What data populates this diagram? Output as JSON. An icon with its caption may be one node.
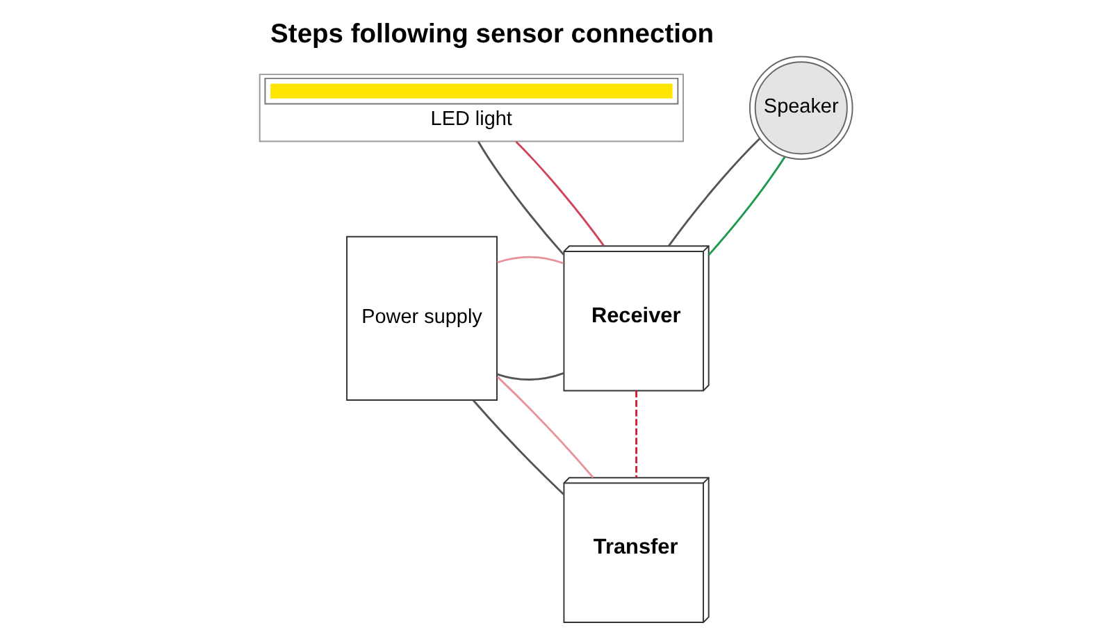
{
  "diagram": {
    "title": "Steps following sensor connection",
    "nodes": [
      {
        "text": [
          "LED light"
        ]
      },
      {
        "text": [
          "Speaker"
        ]
      },
      {
        "text": [
          "Receiver"
        ]
      },
      {
        "text": [
          "Transfer"
        ]
      },
      {
        "text": [
          "Power supply"
        ]
      }
    ],
    "edges": [
      {
        "from": 0,
        "to": 2,
        "arrow": "none"
      },
      {
        "from": 0,
        "to": 2,
        "arrow": "none",
        "color": "#d0455a"
      },
      {
        "from": 1,
        "to": 2,
        "arrow": "none"
      },
      {
        "from": 1,
        "to": 2,
        "arrow": "none",
        "color": "#1e9a50"
      },
      {
        "from": 2,
        "to": 3,
        "arrow": "none",
        "style": "dashed",
        "color": "#d42035"
      },
      {
        "from": 4,
        "to": 2,
        "arrow": "none"
      },
      {
        "from": 4,
        "to": 3,
        "arrow": "none"
      },
      {
        "from": 4,
        "to": 2,
        "arrow": "none",
        "color": "#e8939a"
      },
      {
        "from": 4,
        "to": 3,
        "arrow": "none",
        "color": "#e8939a"
      }
    ]
  }
}
